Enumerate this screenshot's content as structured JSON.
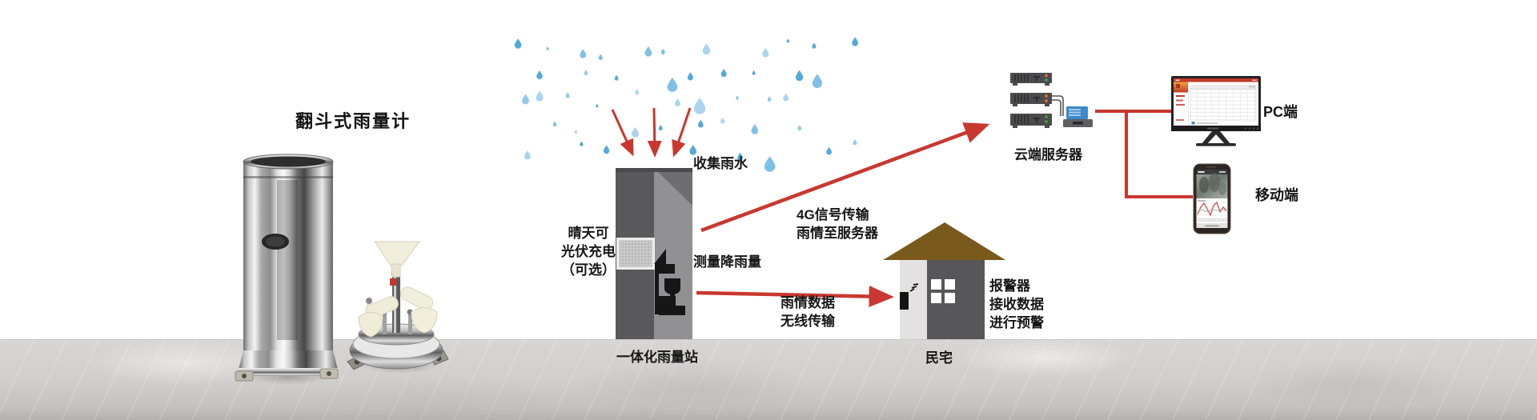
{
  "title": "翻斗式雨量计",
  "station": {
    "collect_label": "收集雨水",
    "solar_lines": [
      "晴天可",
      "光伏充电",
      "（可选）"
    ],
    "measure_label": "测量降雨量",
    "caption": "一体化雨量站"
  },
  "links": {
    "to_cloud_lines": [
      "4G信号传输",
      "雨情至服务器"
    ],
    "to_house_lines": [
      "雨情数据",
      "无线传输"
    ]
  },
  "house": {
    "caption": "民宅",
    "alarm_lines": [
      "报警器",
      "接收数据",
      "进行预警"
    ]
  },
  "cloud": {
    "caption": "云端服务器"
  },
  "pc": {
    "caption": "PC端"
  },
  "mobile": {
    "caption": "移动端"
  },
  "colors": {
    "accent_red": "#c8382f",
    "rain_blues": [
      "#aad5ef",
      "#7fc0e6",
      "#55a9db",
      "#93cbe9"
    ],
    "roof_brown": "#7a591c",
    "tower_dark": "#59595b",
    "tower_light": "#919193",
    "house_dark_wall": "#57575a",
    "house_light_wall": "#e3e2e0",
    "server_gray": "#4b4b4d",
    "switch_blue": "#3c89cb",
    "ground_gray": "#d0cfcd"
  }
}
